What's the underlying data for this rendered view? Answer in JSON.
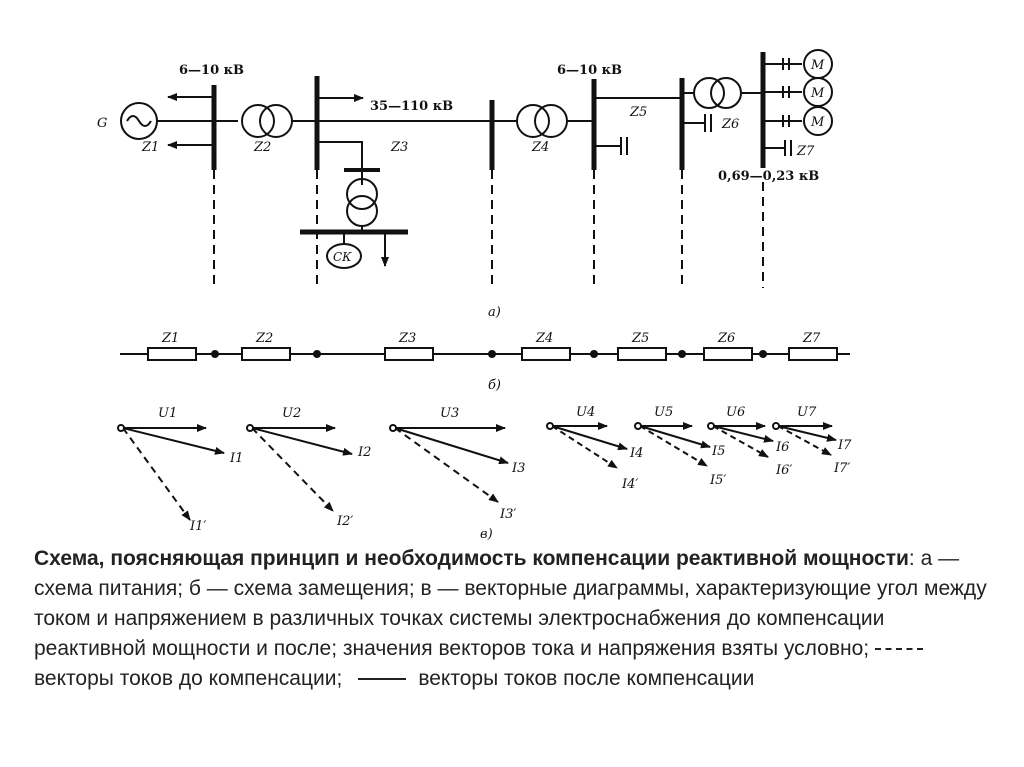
{
  "diagram": {
    "scheme_a": {
      "label": "а)",
      "voltage_left": "6—10 кВ",
      "voltage_mid": "35—110 кВ",
      "voltage_right": "6—10 кВ",
      "voltage_low": "0,69—0,23 кВ",
      "generator": "G",
      "compensator": "СК",
      "motor": "M",
      "impedances": [
        "Z1",
        "Z2",
        "Z3",
        "Z4",
        "Z5",
        "Z6",
        "Z7"
      ]
    },
    "scheme_b": {
      "label": "б)",
      "impedances": [
        "Z1",
        "Z2",
        "Z3",
        "Z4",
        "Z5",
        "Z6",
        "Z7"
      ]
    },
    "scheme_c": {
      "label": "в)",
      "voltages": [
        "U1",
        "U2",
        "U3",
        "U4",
        "U5",
        "U6",
        "U7"
      ],
      "currents_after": [
        "I1",
        "I2",
        "I3",
        "I4",
        "I5",
        "I6",
        "I7"
      ],
      "currents_before": [
        "I1′",
        "I2′",
        "I3′",
        "I4′",
        "I5′",
        "I6′",
        "I7′"
      ]
    }
  },
  "caption": {
    "title_bold": "Схема, поясняющая принцип и необходимость компенсации реактивной мощности",
    "text": ": а — схема питания; б — схема замещения; в — векторные диаграммы, характеризующие угол между током и напряжением в различных точках системы электроснабжения до компенсации реактивной мощности и после; значения векторов тока и напряжения взяты условно;",
    "legend_dashed": "векторы токов до компенсации;",
    "legend_solid": "векторы токов после компенсации"
  }
}
